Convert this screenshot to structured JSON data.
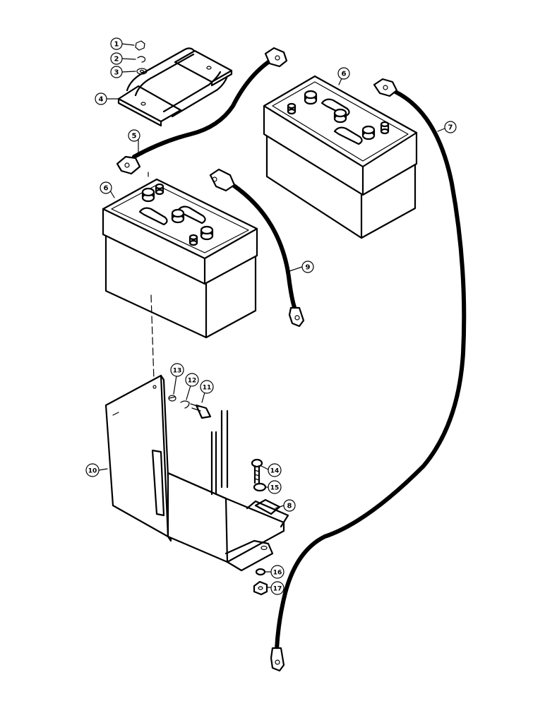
{
  "diagram": {
    "callouts": [
      {
        "id": "c1",
        "label": "1"
      },
      {
        "id": "c2",
        "label": "2"
      },
      {
        "id": "c3",
        "label": "3"
      },
      {
        "id": "c4",
        "label": "4"
      },
      {
        "id": "c5",
        "label": "5"
      },
      {
        "id": "c6a",
        "label": "6"
      },
      {
        "id": "c6b",
        "label": "6"
      },
      {
        "id": "c7",
        "label": "7"
      },
      {
        "id": "c8a",
        "label": "8"
      },
      {
        "id": "c9",
        "label": "9"
      },
      {
        "id": "c10",
        "label": "10"
      },
      {
        "id": "c11",
        "label": "11"
      },
      {
        "id": "c12",
        "label": "12"
      },
      {
        "id": "c13",
        "label": "13"
      },
      {
        "id": "c14",
        "label": "14"
      },
      {
        "id": "c15",
        "label": "15"
      },
      {
        "id": "c16",
        "label": "16"
      },
      {
        "id": "c17",
        "label": "17"
      }
    ]
  }
}
